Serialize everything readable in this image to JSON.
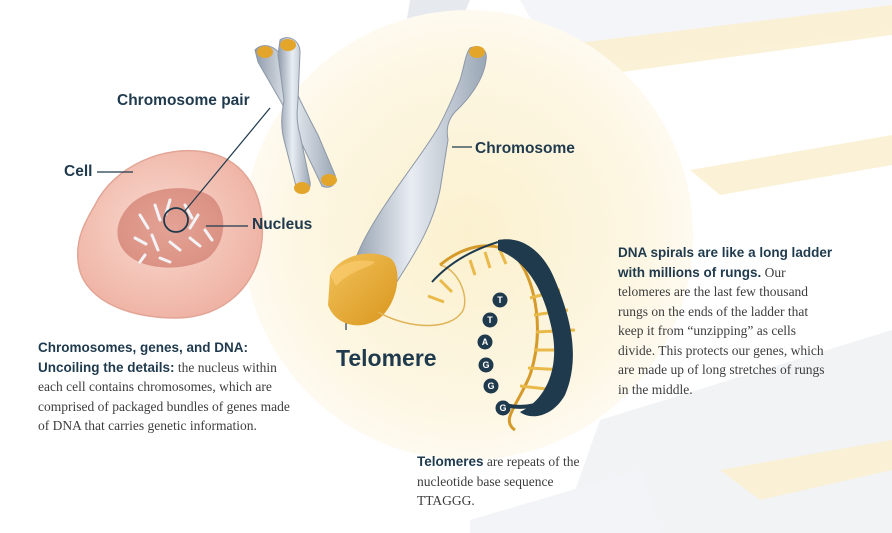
{
  "labels": {
    "chromosome_pair": "Chromosome pair",
    "cell": "Cell",
    "nucleus": "Nucleus",
    "chromosome": "Chromosome",
    "telomere": "Telomere"
  },
  "bases": [
    "T",
    "T",
    "A",
    "G",
    "G",
    "G"
  ],
  "left_text": {
    "heading": "Chromosomes, genes, and DNA: Uncoiling the details:",
    "body": "the nucleus within each cell contains chromosomes, which are comprised of packaged bundles of genes made of DNA that carries genetic information."
  },
  "middle_text": {
    "heading": "Telomeres",
    "body": "are repeats of the nucleotide base sequence TTAGGG."
  },
  "right_text": {
    "heading": "DNA spirals are like a long ladder with millions of rungs.",
    "body": "Our telomeres are the last few thousand rungs on the ends of the ladder that keep it from “unzipping” as cells divide. This protects our genes, which are made up of long stretches of rungs in the middle."
  },
  "colors": {
    "navy": "#1f3a4d",
    "gold": "#e3a52a",
    "cell_pink": "#f4c8bd",
    "glow": "#fdf6dc",
    "chromosome_gray": "#b9c3cf"
  }
}
